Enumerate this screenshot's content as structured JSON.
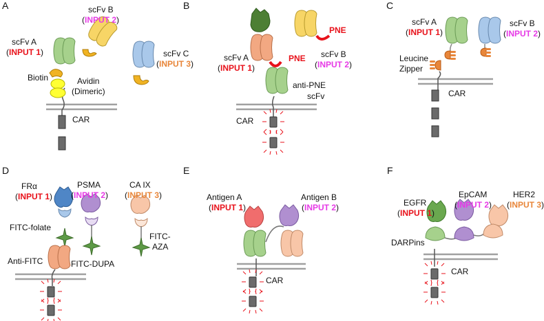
{
  "colors": {
    "red": "#e8121b",
    "magenta": "#e63ae6",
    "orange_text": "#e8863a",
    "green": "#a6d18c",
    "yellow": "#f7d566",
    "blue": "#a9c8ea",
    "salmon": "#f2a882",
    "membrane": "#a0a0a0",
    "car": "#555555"
  },
  "panels": {
    "A": {
      "letter": "A",
      "scfv_a": "scFv A",
      "input1": "INPUT 1",
      "scfv_b": "scFv B",
      "input2": "INPUT 2",
      "scfv_c": "scFv C",
      "input3": "INPUT 3",
      "biotin": "Biotin",
      "avidin": "Avidin",
      "dimeric": "(Dimeric)",
      "car": "CAR"
    },
    "B": {
      "letter": "B",
      "scfv_a": "scFv A",
      "input1": "INPUT 1",
      "scfv_b": "scFv B",
      "input2": "INPUT 2",
      "pne1": "PNE",
      "pne2": "PNE",
      "anti_pne": "anti-PNE",
      "anti_pne2": "scFv",
      "car": "CAR"
    },
    "C": {
      "letter": "C",
      "scfv_a": "scFv A",
      "input1": "INPUT 1",
      "scfv_b": "scFv B",
      "input2": "INPUT 2",
      "leucine": "Leucine",
      "zipper": "Zipper",
      "car": "CAR"
    },
    "D": {
      "letter": "D",
      "fra": "FRα",
      "input1": "INPUT 1",
      "psma": "PSMA",
      "input2": "INPUT 2",
      "caix": "CA IX",
      "input3": "INPUT 3",
      "fitc_folate": "FITC-folate",
      "anti_fitc": "Anti-FITC",
      "fitc_dupa": "FITC-DUPA",
      "fitc_aza1": "FITC-",
      "fitc_aza2": "AZA"
    },
    "E": {
      "letter": "E",
      "antigen_a": "Antigen A",
      "input1": "INPUT 1",
      "antigen_b": "Antigen B",
      "input2": "INPUT 2",
      "car": "CAR"
    },
    "F": {
      "letter": "F",
      "egfr": "EGFR",
      "input1": "INPUT 1",
      "epcam": "EpCAM",
      "input2": "INPUT 2",
      "her2": "HER2",
      "input3": "INPUT 3",
      "darpins": "DARPins",
      "car": "CAR"
    }
  }
}
